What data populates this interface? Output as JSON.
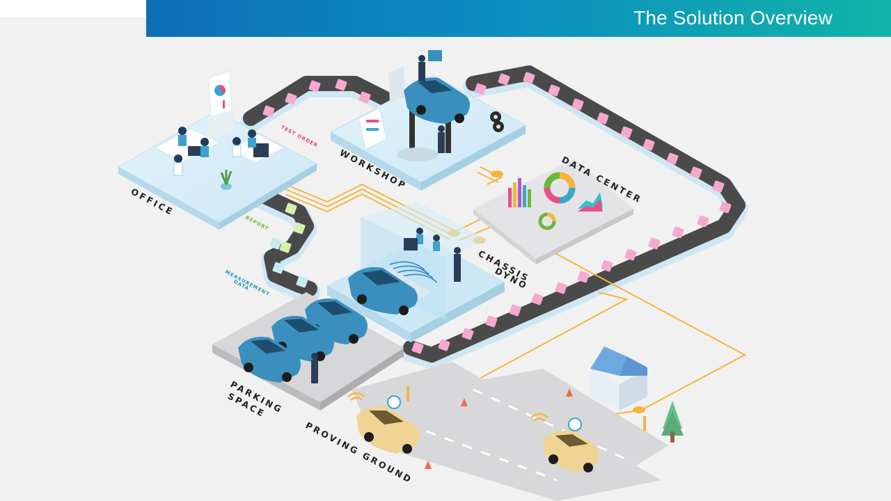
{
  "header": {
    "title": "The Solution Overview"
  },
  "labels": {
    "office": "OFFICE",
    "workshop": "WORKSHOP",
    "data_center": "DATA CENTER",
    "chassis": "CHASSIS",
    "dyno": "DYNO",
    "parking": "PARKING",
    "space": "SPACE",
    "proving_ground": "PROVING GROUND",
    "test_order": "TEST ORDER",
    "report": "REPORT",
    "measurement": "MEASUREMENT",
    "data": "DATA"
  },
  "colors": {
    "conveyor": "#4a4a4a",
    "pink_package": "#f6a8cf",
    "green_package": "#d6f0b0",
    "blue_package": "#c6ecf2",
    "wire": "#f6b53a",
    "car_blue": "#3a8fbf",
    "car_yellow": "#efd494",
    "test_order_text": "#e0457b",
    "report_text": "#6ab83a",
    "measurement_text": "#2e96b8"
  },
  "icons": [
    "analytics-board-icon",
    "wifi-icon",
    "traffic-cone-icon",
    "tree-icon",
    "house-icon",
    "tire-stack-icon",
    "car-lift-icon"
  ]
}
